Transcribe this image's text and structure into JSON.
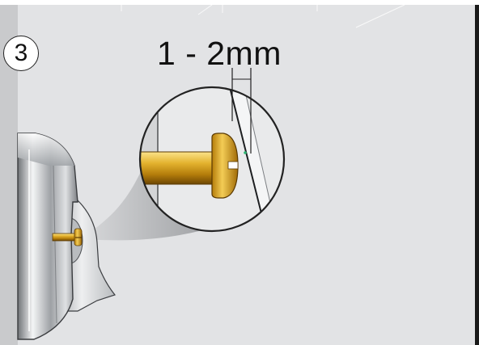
{
  "figure": {
    "step_number": "3",
    "gap_label": "1 - 2mm"
  },
  "colors": {
    "panel_background": "#e2e3e5",
    "wall_strip": "#c7c8ca",
    "right_border": "#1a1a1a",
    "screw_brass": "#d7a21c",
    "screw_shadow": "#8a5e05",
    "lens_ring": "#222222"
  },
  "icons": [
    "door-hinge-illustration",
    "magnified-screw-detail",
    "brass-screw-icon"
  ]
}
